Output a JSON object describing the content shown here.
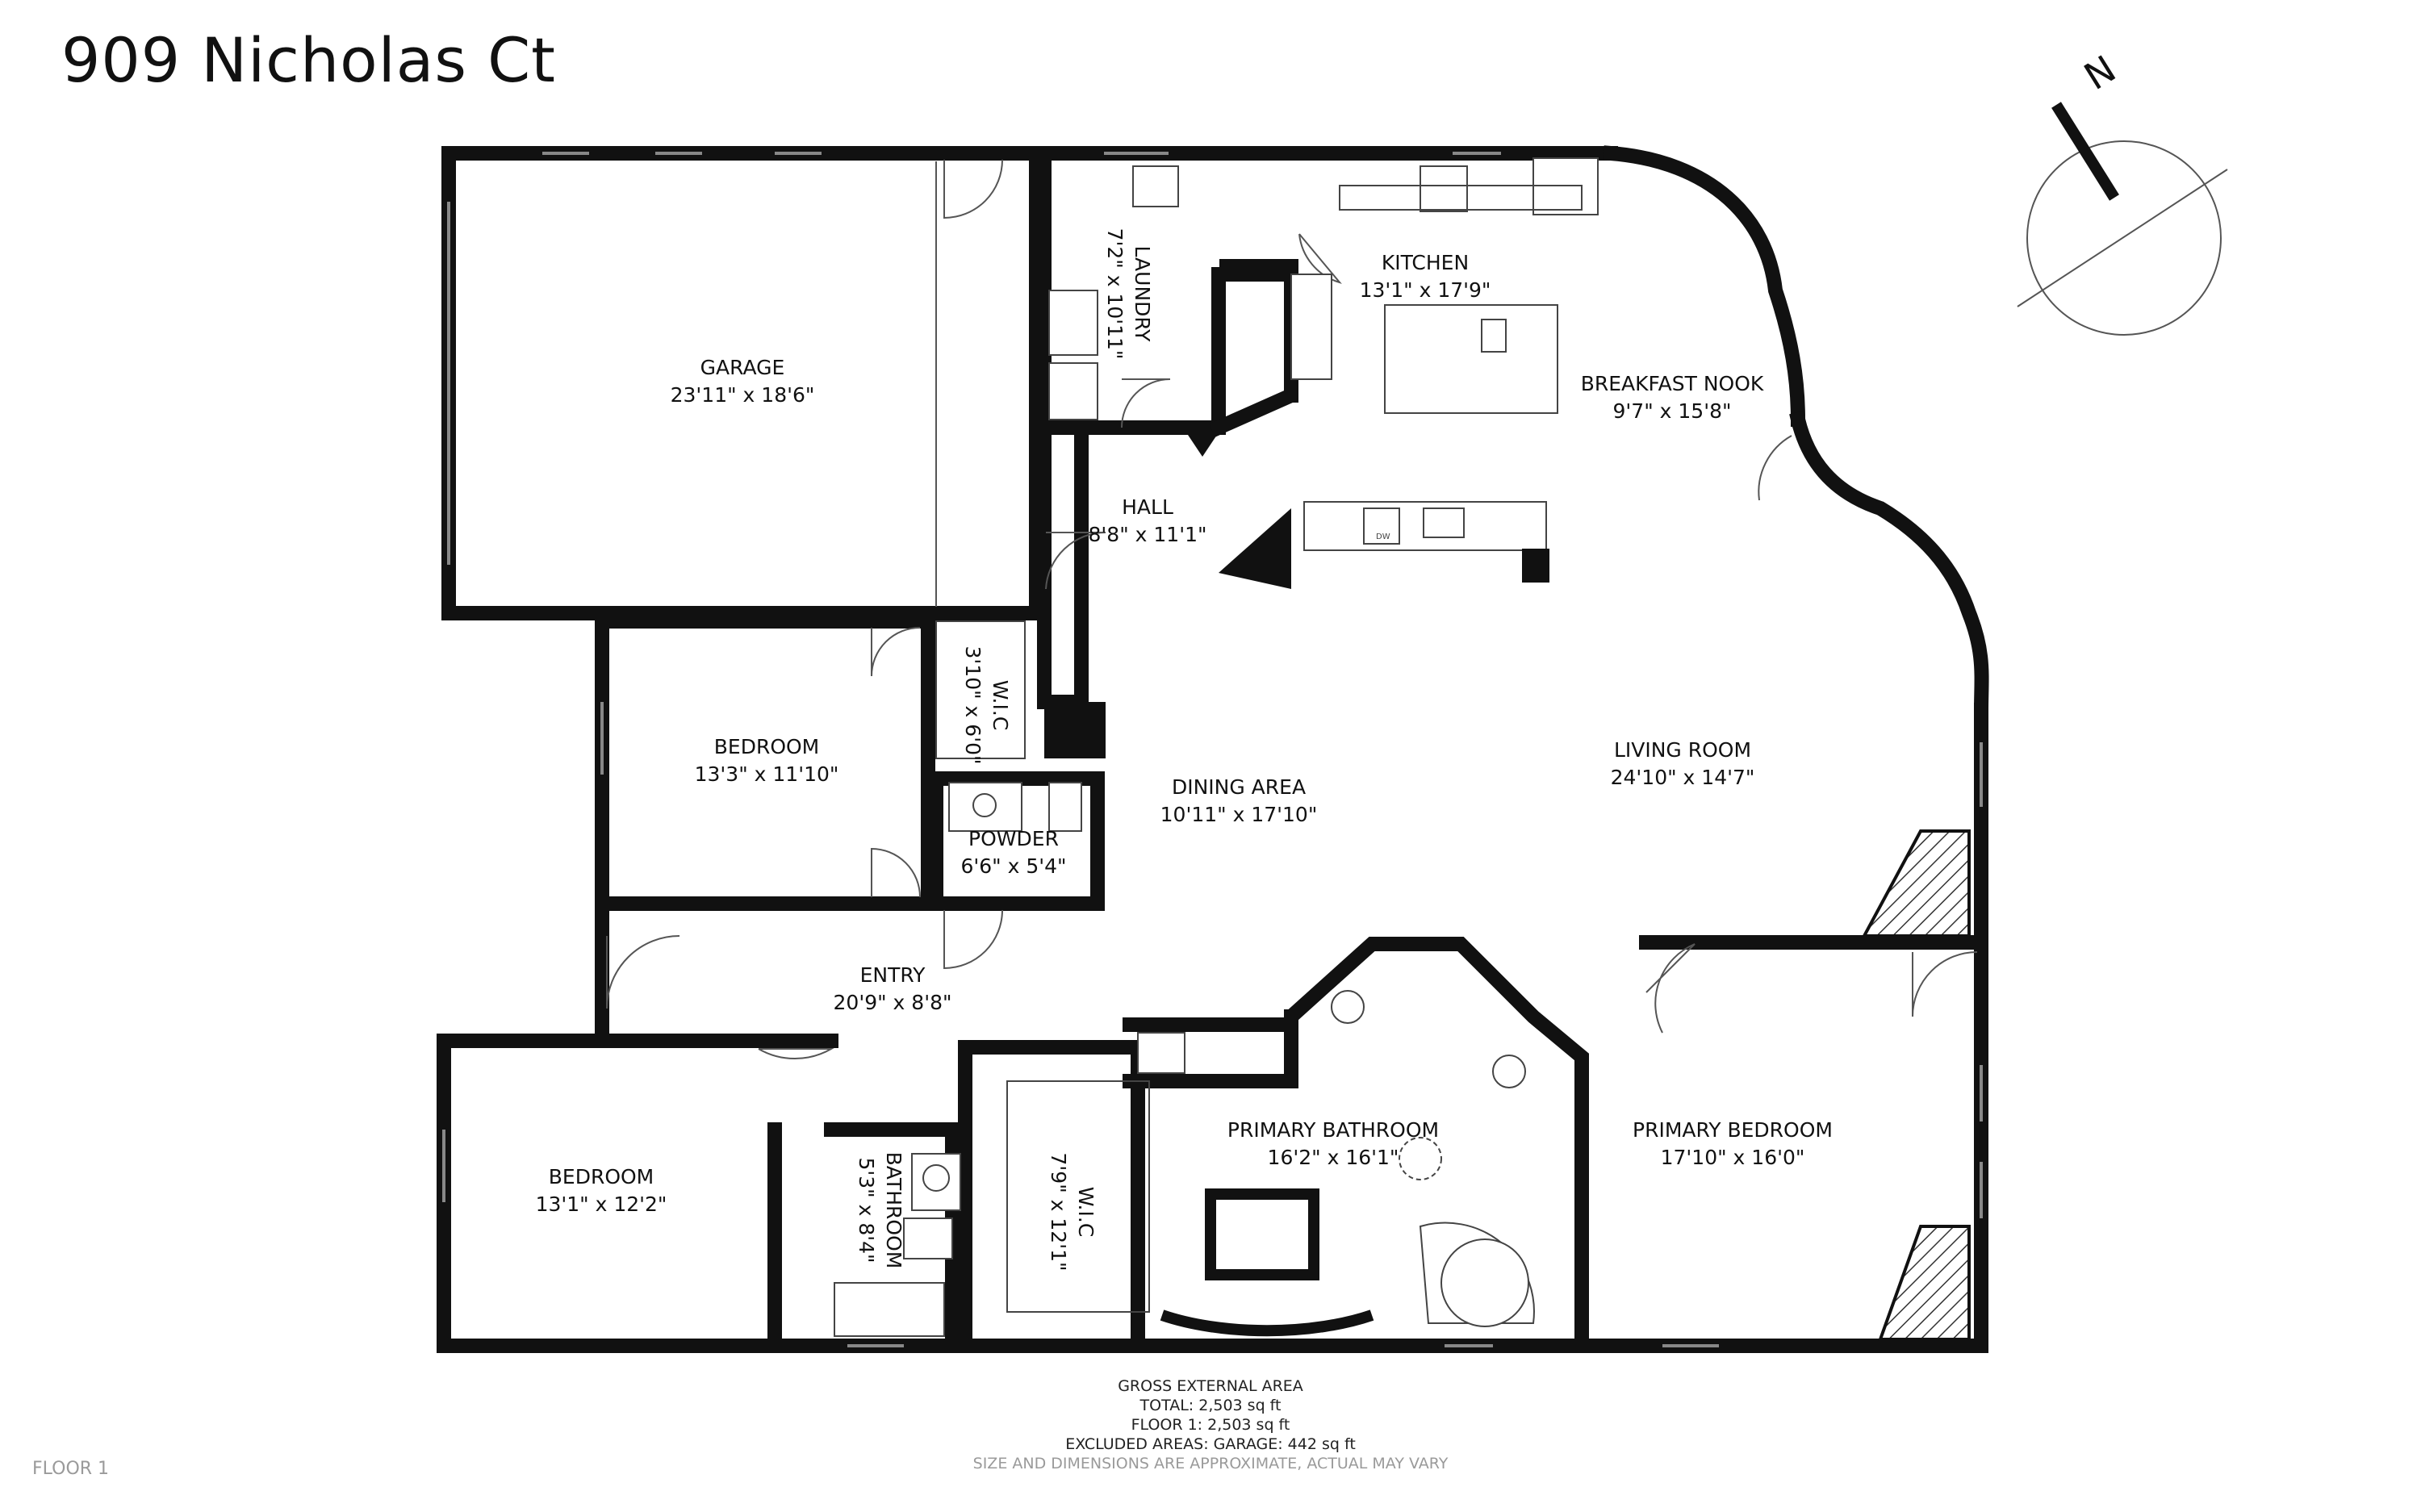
{
  "title": "909 Nicholas Ct",
  "floor_label": "FLOOR 1",
  "compass": {
    "letter": "N"
  },
  "rooms": {
    "garage": {
      "name": "GARAGE",
      "dims": "23'11\" x 18'6\""
    },
    "laundry": {
      "name": "LAUNDRY",
      "dims": "7'2\" x 10'11\""
    },
    "kitchen": {
      "name": "KITCHEN",
      "dims": "13'1\" x 17'9\""
    },
    "breakfast_nook": {
      "name": "BREAKFAST NOOK",
      "dims": "9'7\" x 15'8\""
    },
    "hall": {
      "name": "HALL",
      "dims": "8'8\" x 11'1\""
    },
    "wic_small": {
      "name": "W.I.C",
      "dims": "3'10\" x 6'0\""
    },
    "bedroom_1": {
      "name": "BEDROOM",
      "dims": "13'3\" x 11'10\""
    },
    "dining_area": {
      "name": "DINING AREA",
      "dims": "10'11\" x 17'10\""
    },
    "living_room": {
      "name": "LIVING ROOM",
      "dims": "24'10\" x 14'7\""
    },
    "powder": {
      "name": "POWDER",
      "dims": "6'6\" x 5'4\""
    },
    "entry": {
      "name": "ENTRY",
      "dims": "20'9\" x 8'8\""
    },
    "primary_bathroom": {
      "name": "PRIMARY BATHROOM",
      "dims": "16'2\" x 16'1\""
    },
    "primary_bedroom": {
      "name": "PRIMARY BEDROOM",
      "dims": "17'10\" x 16'0\""
    },
    "bedroom_2": {
      "name": "BEDROOM",
      "dims": "13'1\" x 12'2\""
    },
    "bathroom": {
      "name": "BATHROOM",
      "dims": "5'3\" x 8'4\""
    },
    "wic_large": {
      "name": "W.I.C",
      "dims": "7'9\" x 12'1\""
    }
  },
  "area_summary": {
    "heading": "GROSS EXTERNAL AREA",
    "total": "TOTAL: 2,503 sq ft",
    "floor1": "FLOOR 1: 2,503 sq ft",
    "excluded": "EXCLUDED AREAS: GARAGE: 442 sq ft",
    "disclaimer": "SIZE AND DIMENSIONS ARE APPROXIMATE, ACTUAL MAY VARY"
  },
  "appliance_labels": {
    "dishwasher": "DW"
  },
  "colors": {
    "wall": "#111111",
    "hatch": "#333333",
    "window": "#888888",
    "fixture": "#444444"
  }
}
